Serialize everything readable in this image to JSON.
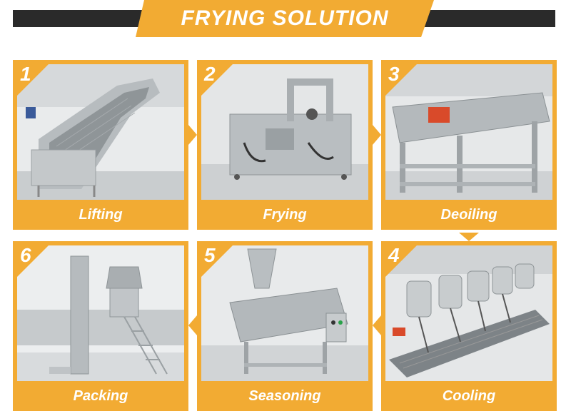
{
  "header": {
    "title": "FRYING SOLUTION"
  },
  "steps": [
    {
      "number": "1",
      "label": "Lifting",
      "icon": "conveyor-elevator-photo"
    },
    {
      "number": "2",
      "label": "Frying",
      "icon": "fryer-machine-photo"
    },
    {
      "number": "3",
      "label": "Deoiling",
      "icon": "deoiling-machine-photo"
    },
    {
      "number": "4",
      "label": "Cooling",
      "icon": "cooling-conveyor-photo"
    },
    {
      "number": "5",
      "label": "Seasoning",
      "icon": "seasoning-drum-photo"
    },
    {
      "number": "6",
      "label": "Packing",
      "icon": "packing-machine-photo"
    }
  ],
  "colors": {
    "accent": "#f2ab33",
    "bar": "#2a2a2a",
    "text": "#ffffff"
  }
}
